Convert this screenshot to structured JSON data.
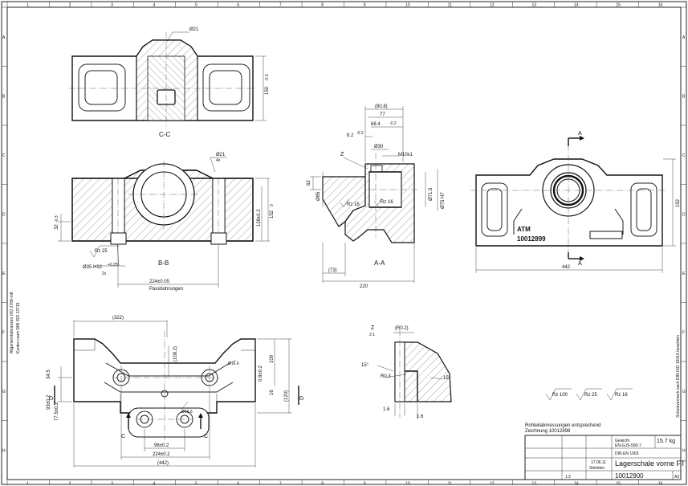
{
  "border": {
    "cols_top": [
      "1",
      "2",
      "3",
      "4",
      "5",
      "6",
      "7",
      "8",
      "9",
      "10",
      "11",
      "12",
      "13",
      "14",
      "15",
      "16"
    ],
    "rows_left": [
      "A",
      "B",
      "C",
      "D",
      "E",
      "F",
      "G",
      "H"
    ]
  },
  "views": {
    "cc": {
      "label": "C-C",
      "dim_dia21": "Ø21",
      "dim_height": "150",
      "dim_height_tol": "-0.3"
    },
    "bb": {
      "label": "B-B",
      "dim_dia21": "Ø21",
      "dim_dia21_sub": "4x",
      "dim_32": "32",
      "dim_32_tol": "-0.3",
      "dim_152": "152",
      "dim_152_tol": "0",
      "dim_128": "128±0.2",
      "surface": "Rz 25",
      "hole_spec": "Ø35 H12",
      "hole_tol": "+0.25",
      "hole_count": "2x",
      "dim_224": "224±0.05",
      "dim_224_note": "Passbohrungen"
    },
    "aa": {
      "label": "A-A",
      "dim_80": "(80.8)",
      "dim_77": "77",
      "dim_684": "68.4",
      "dim_684_tol": "-0.2",
      "dim_82": "8.2",
      "dim_82_tol": "-0.2",
      "dim_dia30": "Ø30",
      "dim_m10": "M10x1",
      "detail_z": "Z",
      "dim_62": "62",
      "dim_dia85": "Ø85",
      "dim_dia85_tol": "-0.1",
      "dim_dia71": "Ø71.5",
      "dim_dia71_tol": "-0.3",
      "dim_dia75": "Ø75 H7",
      "surface_left": "Rz 16",
      "surface_mid": "Rz 16",
      "dim_73": "(73)",
      "dim_220": "220"
    },
    "right": {
      "section_a": "A",
      "brand": "ATM",
      "part_no": "10012899",
      "dim_192": "192",
      "dim_442": "442"
    },
    "bottom": {
      "dim_322": "(322)",
      "dim_1082": "(108.2)",
      "dim_109": "109",
      "dim_120": "(120)",
      "dim_16": "16",
      "dim_08": "0.8±0.2",
      "dim_345": "34.5",
      "dim_93": "93±0.2",
      "dim_775": "77.5±0.2",
      "hole_label": "Ø16.6",
      "hole_label2": "Ø16.6",
      "dim_96": "96±0.2",
      "dim_224": "224±0.2",
      "dim_442": "(442)",
      "section_c": "C",
      "section_d": "D"
    },
    "detail": {
      "label": "Z",
      "scale": "2:1",
      "dim_radius": "(R0.2)",
      "dim_angle1": "15°",
      "dim_angle2": "15°",
      "dim_r03": "R0.3",
      "dim_16a": "1.6",
      "dim_16b": "1.6"
    }
  },
  "surface_legend": [
    "Rz 100",
    "Rz 25",
    "Rz 16"
  ],
  "notes": {
    "note_line1": "Rohteilabmessungen entsprechend",
    "note_line2": "Zeichnung 10012898"
  },
  "title_block": {
    "weight_label": "Gewicht",
    "weight": "15.7 kg",
    "material_code": "EN-GJS-500-7",
    "material_norm": "DIN EN 1563",
    "title": "Lagerschale vorne FT",
    "drawing_no": "10012900",
    "scale": "1:2",
    "date": "17.06.11",
    "name": "Steinlein",
    "format": "A2"
  },
  "side_notes": {
    "left1": "Allgemeintoleranzen ISO 2768-mK",
    "left2": "Kanten nach DIN ISO 13715",
    "right1": "Schutzvermerk nach DIN ISO 16016 beachten"
  }
}
